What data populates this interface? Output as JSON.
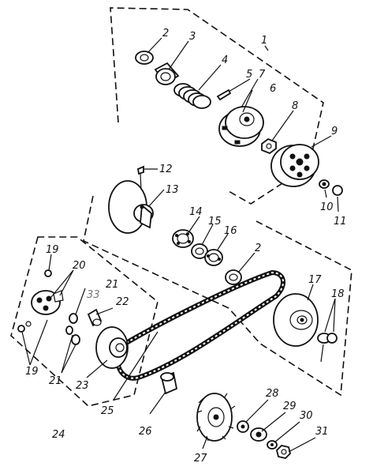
{
  "diagram": {
    "callouts": [
      "1",
      "2",
      "3",
      "4",
      "5",
      "6",
      "7",
      "8",
      "9",
      "10",
      "11",
      "12",
      "13",
      "14",
      "15",
      "16",
      "2",
      "17",
      "18",
      "19",
      "20",
      "21",
      "33",
      "22",
      "19",
      "21",
      "23",
      "24",
      "25",
      "26",
      "27",
      "28",
      "29",
      "30",
      "31"
    ]
  }
}
